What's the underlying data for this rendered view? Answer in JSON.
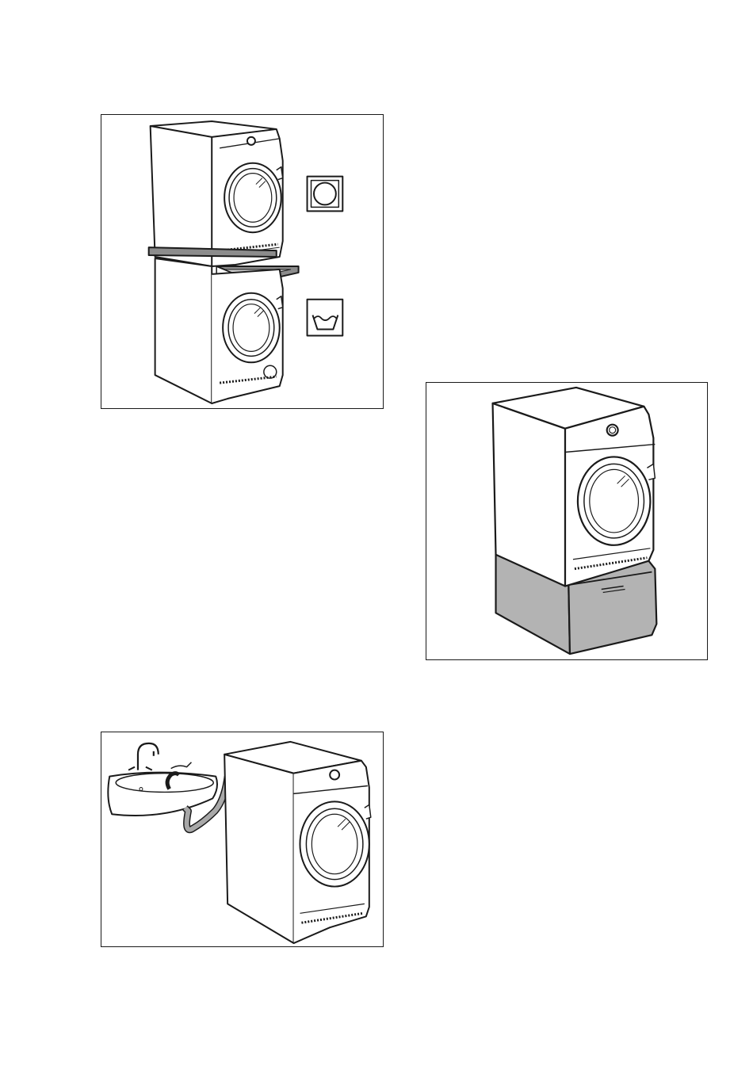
{
  "figures": [
    {
      "id": "stack",
      "symbols": [
        "tumble-dryer-symbol",
        "washing-machine-symbol"
      ]
    },
    {
      "id": "pedestal"
    },
    {
      "id": "sink"
    }
  ],
  "colors": {
    "line": "#1a1a1a",
    "pedestal_fill": "#b3b3b3",
    "hose_fill": "#a8a8a8",
    "shelf_fill": "#8c8c8c"
  }
}
